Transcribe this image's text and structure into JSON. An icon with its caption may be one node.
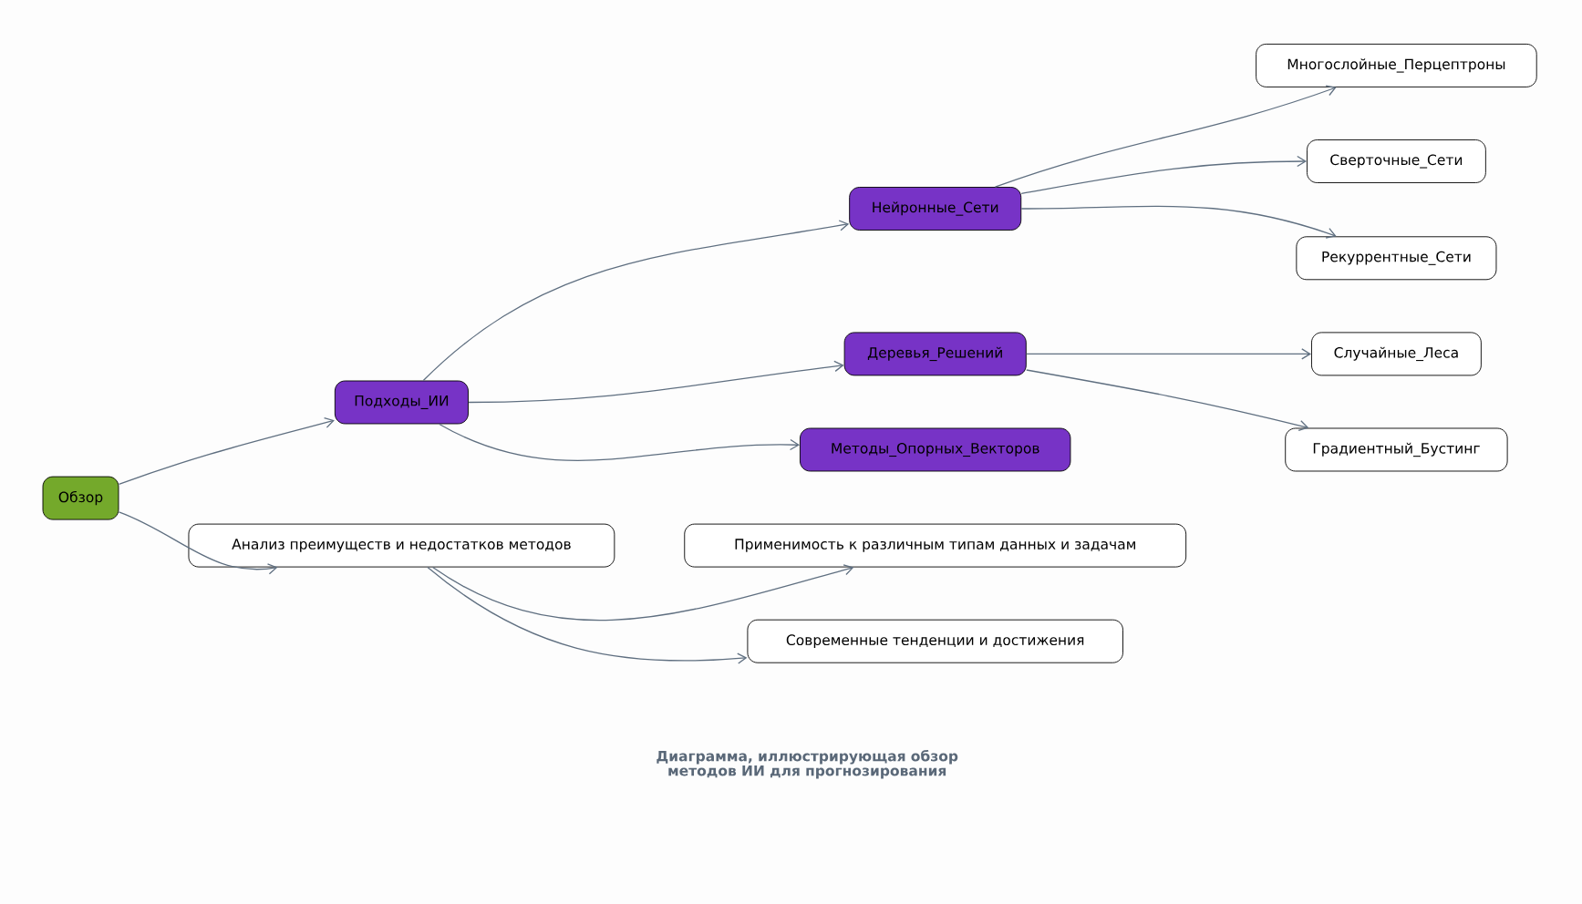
{
  "diagram": {
    "caption": "Диаграмма, иллюстрирующая обзор методов ИИ для прогнозирования",
    "nodes": [
      {
        "text": [
          "Обзор"
        ]
      },
      {
        "text": [
          "Подходы_ИИ"
        ]
      },
      {
        "text": [
          "Нейронные_Сети"
        ]
      },
      {
        "text": [
          "Деревья_Решений"
        ]
      },
      {
        "text": [
          "Методы_Опорных_Векторов"
        ]
      },
      {
        "text": [
          "Анализ преимуществ и недостатков методов"
        ]
      },
      {
        "text": [
          "Применимость к различным типам данных и задачам"
        ]
      },
      {
        "text": [
          "Современные тенденции и достижения"
        ]
      },
      {
        "text": [
          "Многослойные_Перцептроны"
        ]
      },
      {
        "text": [
          "Сверточные_Сети"
        ]
      },
      {
        "text": [
          "Рекуррентные_Сети"
        ]
      },
      {
        "text": [
          "Случайные_Леса"
        ]
      },
      {
        "text": [
          "Градиентный_Бустинг"
        ]
      }
    ],
    "edges": [
      {
        "from": 0,
        "to": 1,
        "arrow": "to"
      },
      {
        "from": 0,
        "to": 5,
        "arrow": "to"
      },
      {
        "from": 1,
        "to": 2,
        "arrow": "to"
      },
      {
        "from": 1,
        "to": 3,
        "arrow": "to"
      },
      {
        "from": 1,
        "to": 4,
        "arrow": "to"
      },
      {
        "from": 2,
        "to": 8,
        "arrow": "to"
      },
      {
        "from": 2,
        "to": 9,
        "arrow": "to"
      },
      {
        "from": 2,
        "to": 10,
        "arrow": "to"
      },
      {
        "from": 3,
        "to": 11,
        "arrow": "to"
      },
      {
        "from": 3,
        "to": 12,
        "arrow": "to"
      },
      {
        "from": 5,
        "to": 6,
        "arrow": "to"
      },
      {
        "from": 5,
        "to": 7,
        "arrow": "to"
      }
    ]
  }
}
